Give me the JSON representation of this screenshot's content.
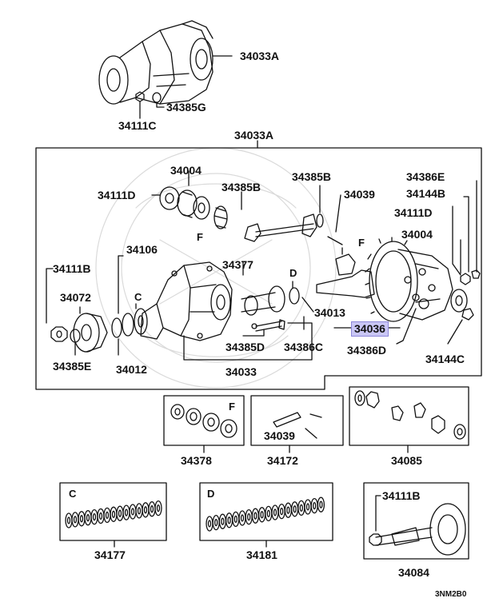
{
  "diagram": {
    "page_code": "3NM2B0",
    "highlight_color": "#c9c6f5",
    "labels": {
      "p34033a_top": "34033A",
      "p34385g": "34385G",
      "p34111c": "34111C",
      "p34033a_box": "34033A",
      "p34004_left": "34004",
      "p34111d_left": "34111D",
      "p34385b_a": "34385B",
      "p34385b_b": "34385B",
      "p34039_main": "34039",
      "p34386e": "34386E",
      "p34144b": "34144B",
      "p34111d_right": "34111D",
      "p34004_right": "34004",
      "p34106": "34106",
      "p34111b_left": "34111B",
      "p34072": "34072",
      "p34377": "34377",
      "p34013": "34013",
      "p34036": "34036",
      "p34386d_right": "34386D",
      "p34144c": "34144C",
      "p34385d": "34385D",
      "p34386c": "34386C",
      "p34385e": "34385E",
      "p34012": "34012",
      "p34033": "34033",
      "p34378": "34378",
      "p34172": "34172",
      "p34039_kit": "34039",
      "p34085": "34085",
      "p34177": "34177",
      "p34181": "34181",
      "p34111b_kit": "34111B",
      "p34084": "34084"
    },
    "markers": {
      "f_left": "F",
      "f_mid": "F",
      "f_kit": "F",
      "c_main": "C",
      "d_main": "D",
      "c_kit": "C",
      "d_kit": "D"
    }
  }
}
